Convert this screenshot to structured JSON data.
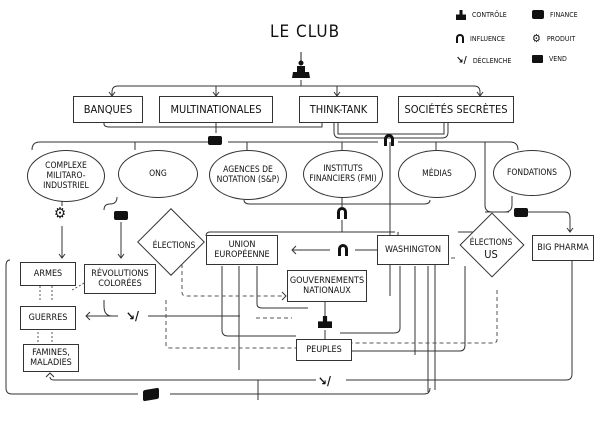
{
  "title": "LE CLUB",
  "legend": [
    {
      "icon": "control-icon",
      "label": "CONTRÔLE"
    },
    {
      "icon": "finance-icon",
      "label": "FINANCE"
    },
    {
      "icon": "influence-icon",
      "label": "INFLUENCE"
    },
    {
      "icon": "product-icon",
      "label": "PRODUIT"
    },
    {
      "icon": "trigger-icon",
      "label": "DÉCLENCHE"
    },
    {
      "icon": "sell-icon",
      "label": "VEND"
    }
  ],
  "tier1": [
    "BANQUES",
    "MULTINATIONALES",
    "THINK-TANK",
    "SOCIÉTÉS SECRÈTES"
  ],
  "tier2": [
    "COMPLEXE MILITARO-INDUSTRIEL",
    "ONG",
    "AGENCES DE NOTATION (S&P)",
    "INSTITUTS FINANCIERS (FMI)",
    "MÉDIAS",
    "FONDATIONS"
  ],
  "nodes": {
    "elections": "ÉLECTIONS",
    "ue": "UNION EUROPÉENNE",
    "washington": "WASHINGTON",
    "elections_us_1": "ÉLECTIONS",
    "elections_us_2": "US",
    "big_pharma": "BIG PHARMA",
    "armes": "ARMES",
    "revolutions": "RÉVOLUTIONS COLORÉES",
    "gouvernements": "GOUVERNEMENTS NATIONAUX",
    "guerres": "GUERRES",
    "famines": "FAMINES, MALADIES",
    "peuples": "PEUPLES"
  }
}
